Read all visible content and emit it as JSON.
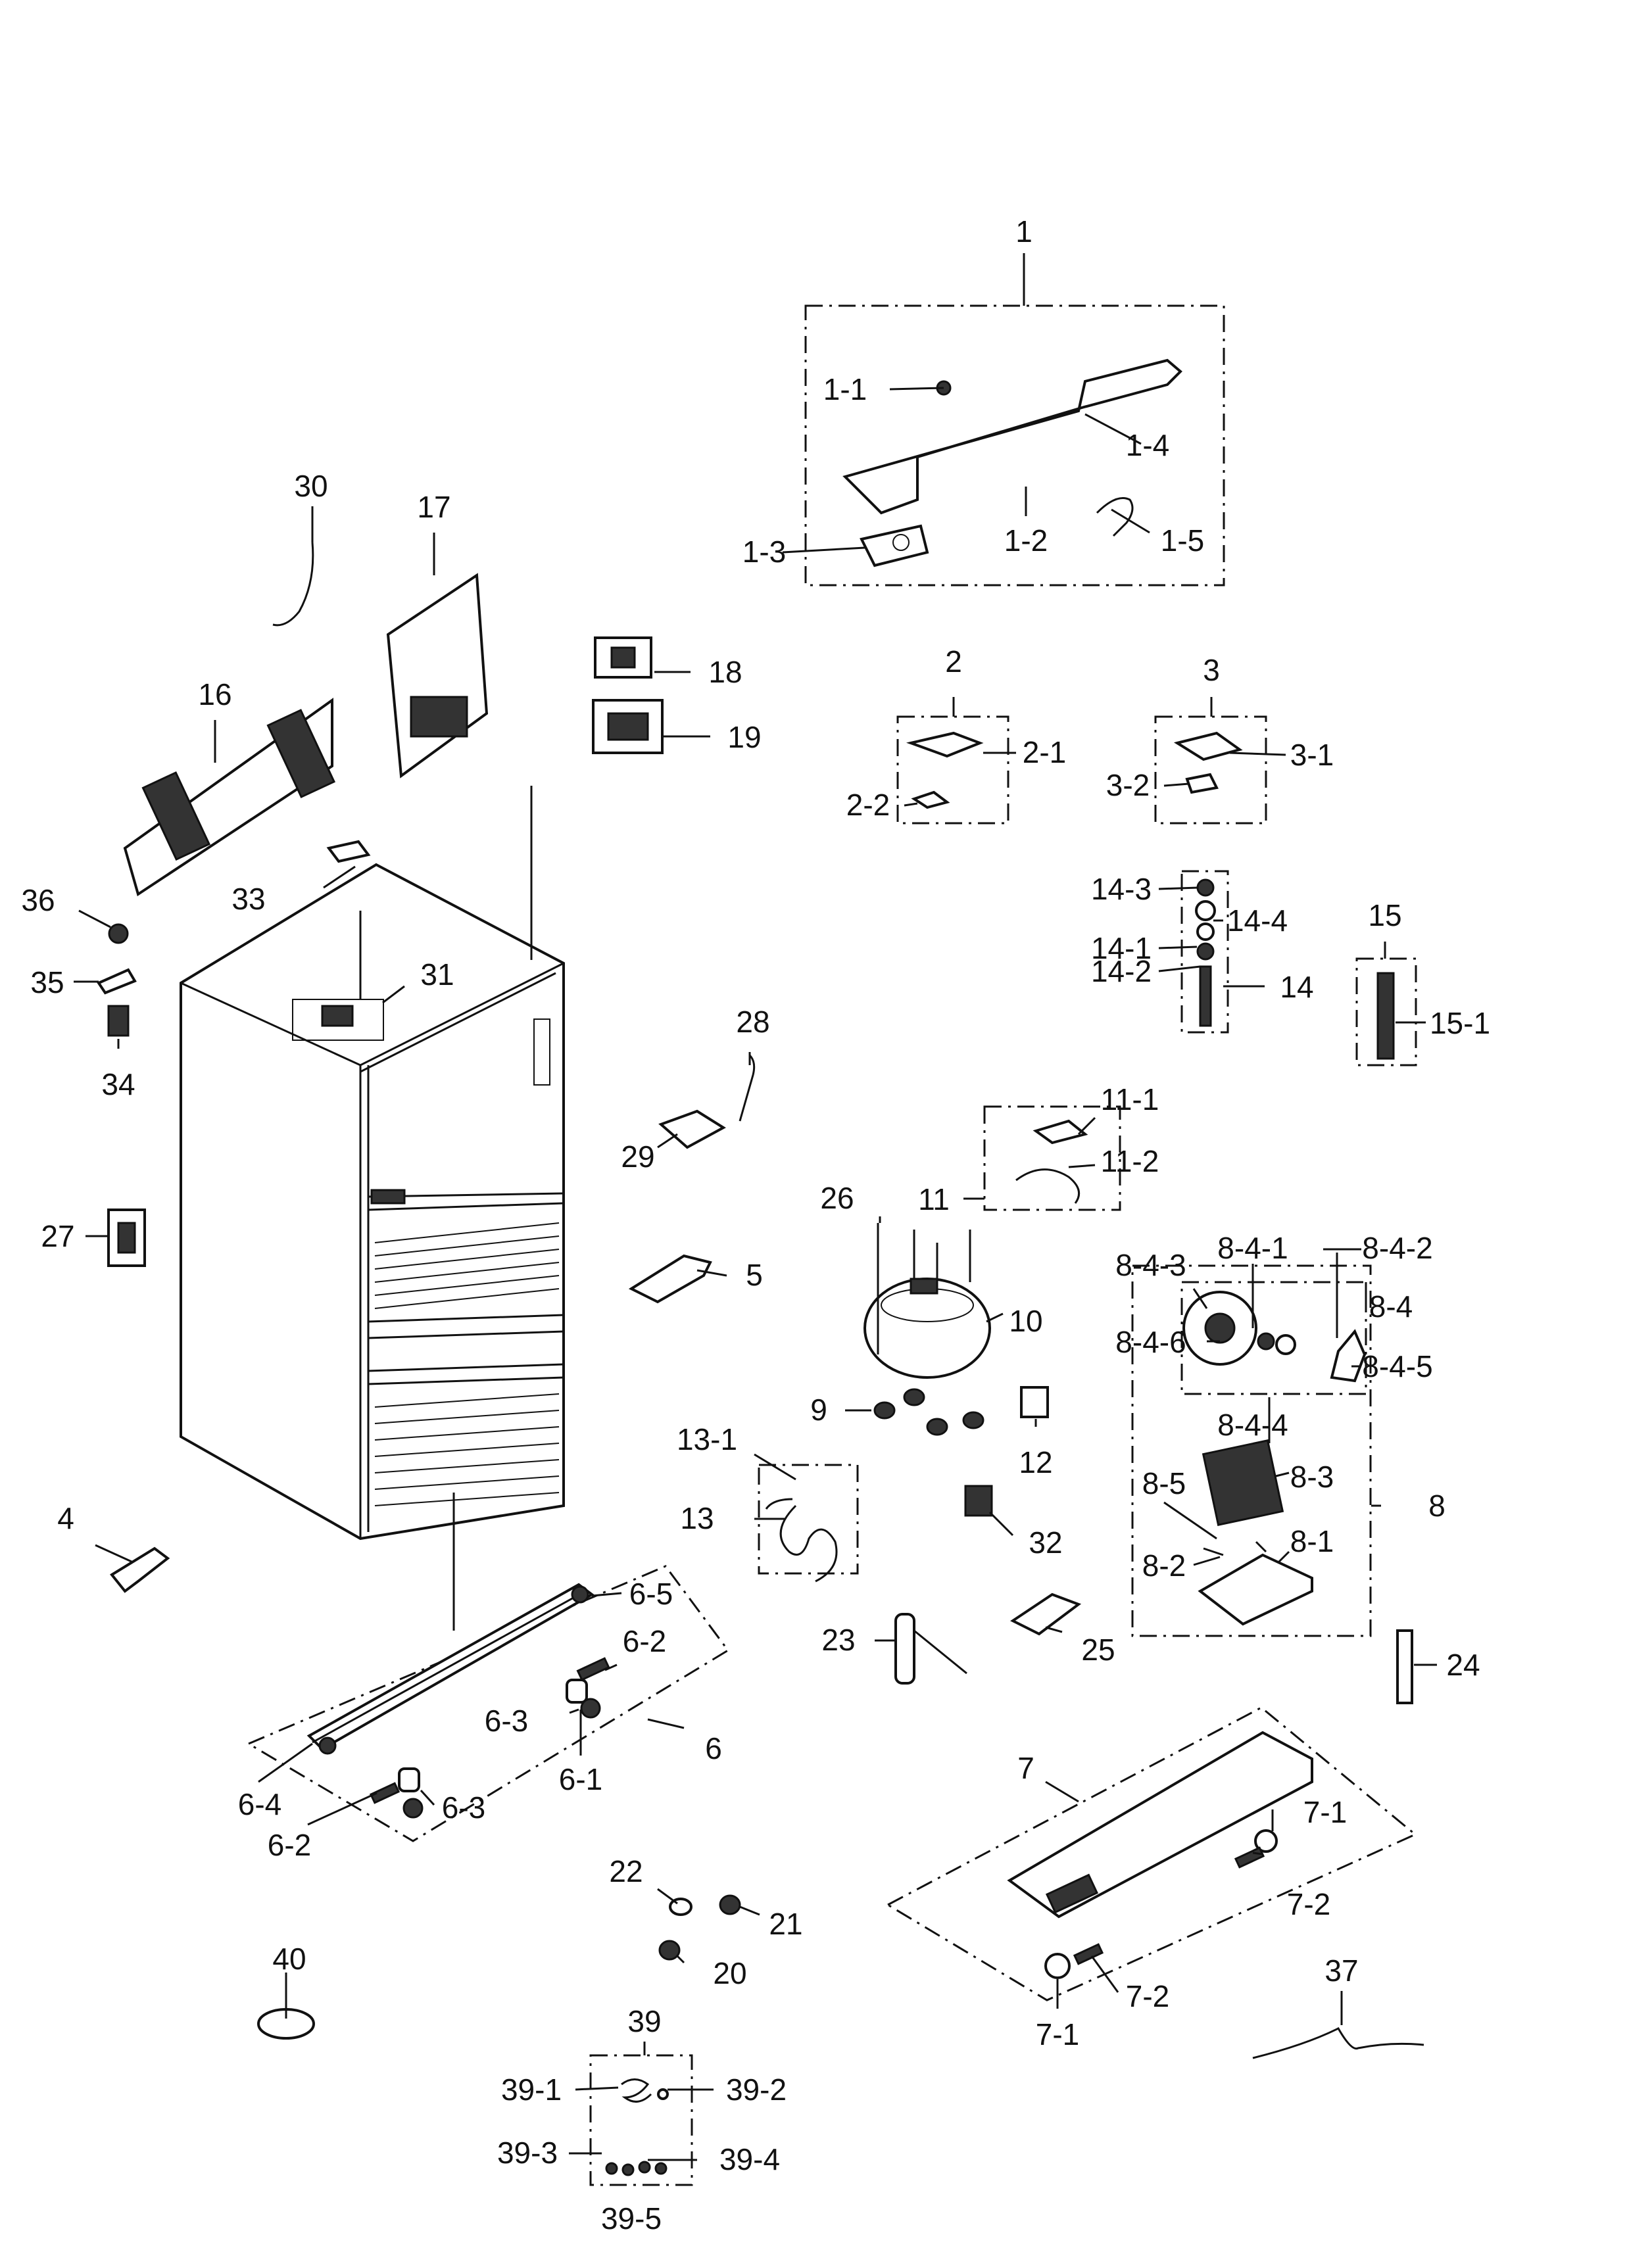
{
  "callouts": [
    "1",
    "1-1",
    "1-2",
    "1-3",
    "1-4",
    "1-5",
    "2",
    "2-1",
    "2-2",
    "3",
    "3-1",
    "3-2",
    "4",
    "5",
    "6",
    "6-1",
    "6-2",
    "6-2",
    "6-3",
    "6-3",
    "6-4",
    "6-5",
    "7",
    "7-1",
    "7-1",
    "7-2",
    "7-2",
    "8",
    "8-1",
    "8-2",
    "8-3",
    "8-4",
    "8-4-1",
    "8-4-2",
    "8-4-3",
    "8-4-4",
    "8-4-5",
    "8-4-6",
    "8-5",
    "9",
    "10",
    "11",
    "11-1",
    "11-2",
    "12",
    "13",
    "13-1",
    "14",
    "14-1",
    "14-2",
    "14-3",
    "14-4",
    "15",
    "15-1",
    "16",
    "17",
    "18",
    "19",
    "20",
    "21",
    "22",
    "23",
    "24",
    "25",
    "26",
    "27",
    "28",
    "29",
    "30",
    "31",
    "32",
    "33",
    "34",
    "35",
    "36",
    "37",
    "39",
    "39-1",
    "39-2",
    "39-3",
    "39-4",
    "39-5",
    "40"
  ]
}
